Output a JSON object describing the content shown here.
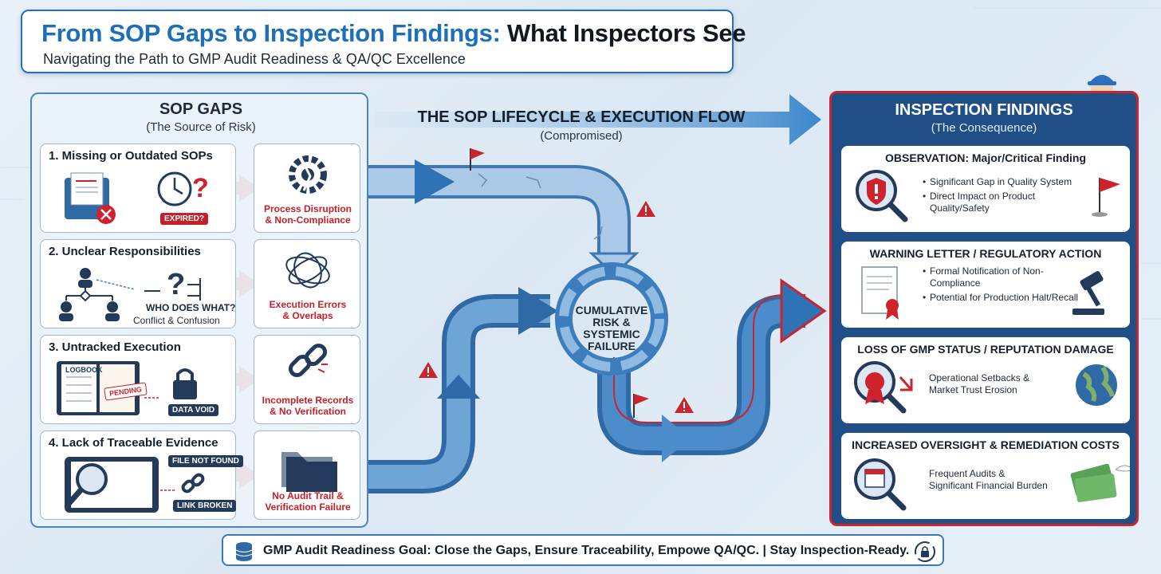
{
  "header": {
    "title_part1": "From SOP Gaps to Inspection Findings:",
    "title_part2": "What Inspectors See",
    "subtitle": "Navigating the Path to GMP Audit Readiness & QA/QC Excellence"
  },
  "left_panel": {
    "title": "SOP GAPS",
    "subtitle": "(The Source of Risk)",
    "gaps": [
      {
        "title": "1. Missing or Outdated SOPs",
        "tags": [
          "EXPIRED?"
        ],
        "result": [
          "Process Disruption",
          "& Non-Compliance"
        ]
      },
      {
        "title": "2. Unclear Responsibilities",
        "tags": [
          "WHO DOES WHAT?",
          "Conflict & Confusion"
        ],
        "result": [
          "Execution Errors",
          "& Overlaps"
        ]
      },
      {
        "title": "3. Untracked Execution",
        "tags": [
          "LOGBOOK",
          "PENDING",
          "DATA VOID"
        ],
        "result": [
          "Incomplete Records",
          "& No Verification"
        ]
      },
      {
        "title": "4. Lack of Traceable Evidence",
        "tags": [
          "FILE NOT FOUND",
          "LINK BROKEN"
        ],
        "result": [
          "No Audit Trail &",
          "Verification Failure"
        ]
      }
    ]
  },
  "flow": {
    "title": "THE SOP LIFECYCLE & EXECUTION FLOW",
    "subtitle": "(Compromised)",
    "center": [
      "CUMULATIVE",
      "RISK &",
      "SYSTEMIC",
      "FAILURE"
    ]
  },
  "right_panel": {
    "title": "INSPECTION FINDINGS",
    "subtitle": "(The Consequence)",
    "findings": [
      {
        "title": "OBSERVATION: Major/Critical Finding",
        "bullets": [
          "Significant Gap in Quality System",
          "Direct Impact on Product Quality/Safety"
        ]
      },
      {
        "title": "WARNING LETTER / REGULATORY ACTION",
        "bullets": [
          "Formal Notification of Non-Compliance",
          "Potential for Production Halt/Recall"
        ]
      },
      {
        "title": "LOSS OF GMP STATUS / REPUTATION DAMAGE",
        "text": [
          "Operational Setbacks &",
          "Market Trust Erosion"
        ]
      },
      {
        "title": "INCREASED OVERSIGHT & REMEDIATION COSTS",
        "text": [
          "Frequent Audits &",
          "Significant Financial Burden"
        ]
      }
    ]
  },
  "footer": {
    "text": "GMP Audit Readiness Goal: Close the Gaps, Ensure Traceability, Empowe QA/QC. | Stay Inspection-Ready."
  },
  "colors": {
    "brand_blue": "#1f6fb8",
    "panel_navy": "#1f4f86",
    "alert_red": "#c7262f"
  }
}
